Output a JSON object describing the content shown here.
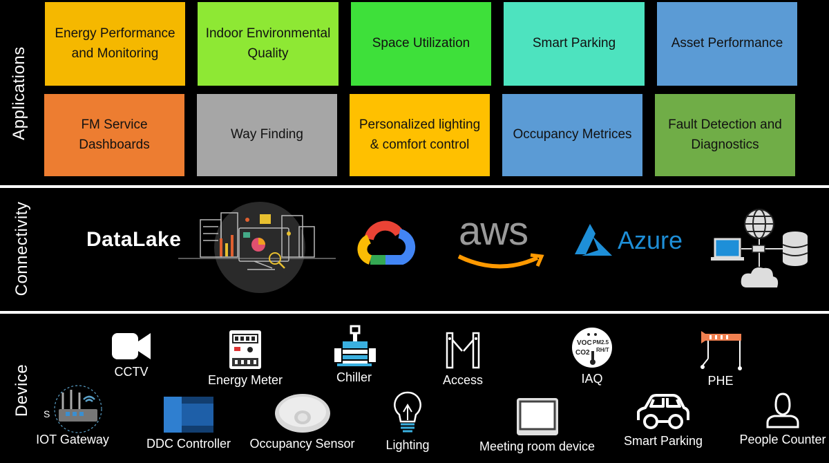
{
  "layers": {
    "applications": "Applications",
    "connectivity": "Connectivity",
    "device": "Device"
  },
  "applications": [
    {
      "label": "Energy Performance and Monitoring",
      "color": "#f5b800"
    },
    {
      "label": "Indoor Environmental Quality",
      "color": "#8ee834"
    },
    {
      "label": "Space Utilization",
      "color": "#3ee03a"
    },
    {
      "label": "Smart Parking",
      "color": "#4de3bf"
    },
    {
      "label": "Asset Performance",
      "color": "#5b9bd5"
    },
    {
      "label": "FM Service Dashboards",
      "color": "#ed7d31"
    },
    {
      "label": "Way Finding",
      "color": "#a6a6a6"
    },
    {
      "label": "Personalized lighting & comfort control",
      "color": "#ffc000"
    },
    {
      "label": "Occupancy Metrices",
      "color": "#5b9bd5"
    },
    {
      "label": "Fault Detection and Diagnostics",
      "color": "#70ad47"
    }
  ],
  "connectivity": {
    "datalake": "DataLake",
    "items": [
      {
        "name": "datalake-illustration",
        "icon": "dashboard-illustration"
      },
      {
        "name": "google-cloud-logo",
        "icon": "google-cloud"
      },
      {
        "name": "aws-logo",
        "text": "aws",
        "icon": "aws-smile"
      },
      {
        "name": "azure-logo",
        "text": "Azure",
        "icon": "azure-a",
        "color": "#1e8fd8"
      },
      {
        "name": "network-illustration",
        "icon": "globe-laptop-cloud-database"
      }
    ]
  },
  "devices": [
    {
      "label": "CCTV",
      "icon": "video-camera-icon"
    },
    {
      "label": "Energy Meter",
      "icon": "meter-icon"
    },
    {
      "label": "Chiller",
      "icon": "chiller-icon"
    },
    {
      "label": "Access",
      "icon": "turnstile-icon"
    },
    {
      "label": "IAQ",
      "icon": "air-quality-icon",
      "iaq_text": [
        "VOC",
        "PM2.5",
        "CO2",
        "RH/T"
      ]
    },
    {
      "label": "PHE",
      "icon": "pump-icon"
    },
    {
      "label": "IOT Gateway",
      "icon": "router-icon"
    },
    {
      "label": "DDC Controller",
      "icon": "controller-icon"
    },
    {
      "label": "Occupancy Sensor",
      "icon": "ceiling-sensor-icon"
    },
    {
      "label": "Lighting",
      "icon": "bulb-icon"
    },
    {
      "label": "Meeting room device",
      "icon": "display-panel-icon"
    },
    {
      "label": "Smart Parking",
      "icon": "car-icon"
    },
    {
      "label": "People Counter",
      "icon": "person-icon"
    }
  ]
}
